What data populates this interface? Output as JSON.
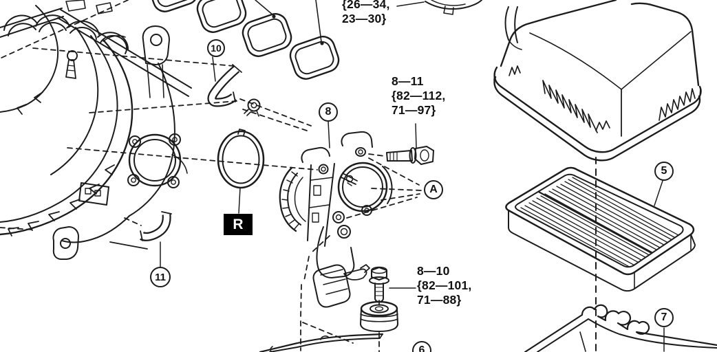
{
  "diagram": {
    "type": "engine-air-intake-parts-diagram",
    "background": "#ffffff",
    "line_color": "#1c1c1c",
    "callouts": {
      "c10": "10",
      "c11": "11",
      "c8": "8",
      "c5": "5",
      "c6": "6",
      "c7": "7",
      "ref_a": "A",
      "ref_r": "R"
    },
    "torque_notes": {
      "manifold_nuts": {
        "line1": "{26—34,",
        "line2": "23—30}"
      },
      "throttle_upper_bolt": {
        "line1": "8—11",
        "line2": "{82—112,",
        "line3": "71—97}"
      },
      "throttle_lower_bolt": {
        "line1": "8—10",
        "line2": "{82—101,",
        "line3": "71—88}"
      }
    }
  }
}
